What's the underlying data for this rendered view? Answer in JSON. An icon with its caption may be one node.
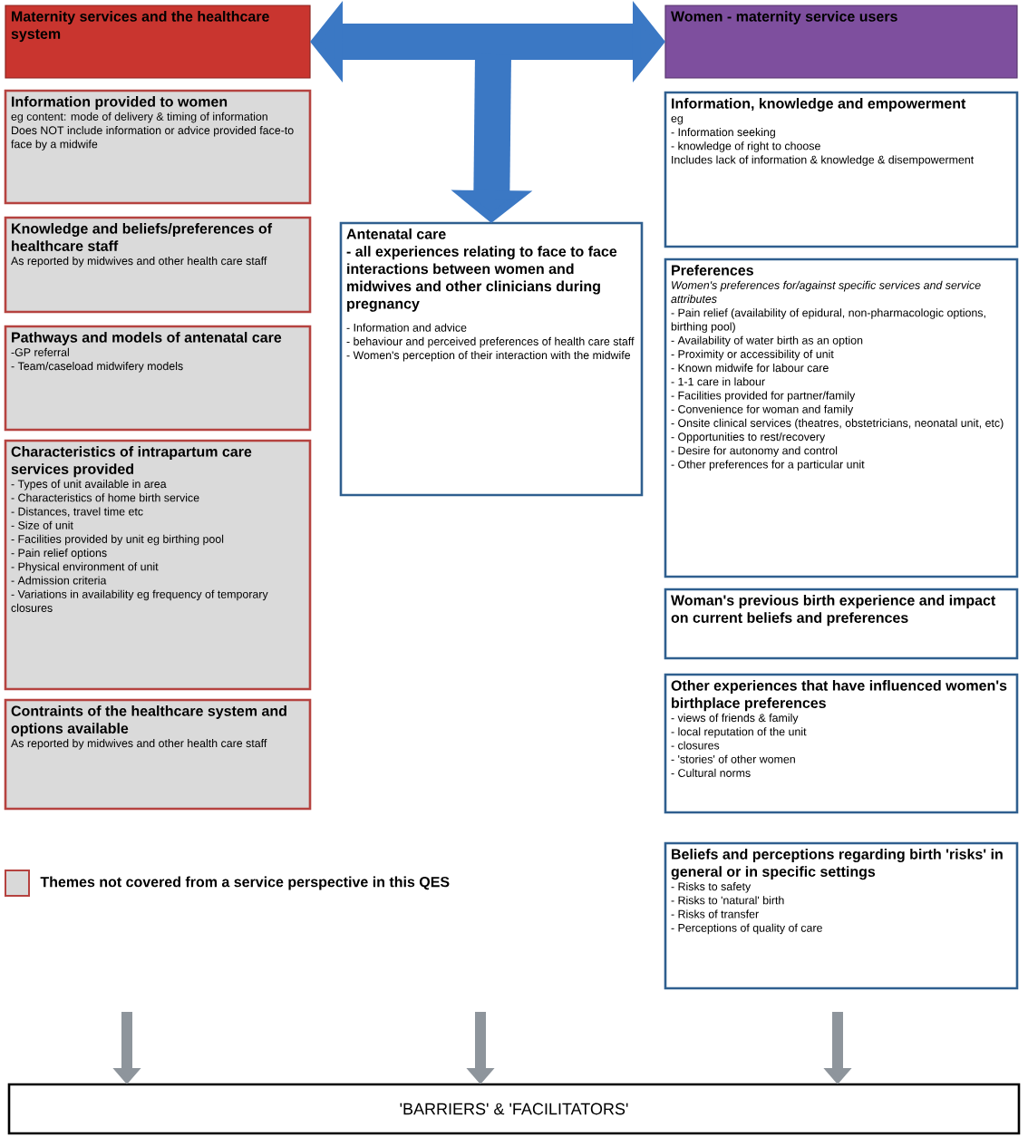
{
  "diagram": {
    "nodes": [
      {
        "text": [
          "Maternity services and the healthcare system"
        ]
      },
      {
        "text": [
          "Information provided to women",
          "eg content: mode of delivery & timing of information",
          "Does NOT include information or advice provided face-to face by a midwife"
        ]
      },
      {
        "text": [
          "Knowledge and beliefs/preferences of healthcare staff",
          "As reported by midwives and other health care staff"
        ]
      },
      {
        "text": [
          "Pathways and models of antenatal care",
          "-GP referral",
          "- Team/caseload midwifery models"
        ]
      },
      {
        "text": [
          "Characteristics of intrapartum care services provided",
          "- Types of unit available in area",
          "- Characteristics of home birth service",
          "- Distances, travel time etc",
          "- Size of unit",
          "- Facilities provided by unit eg birthing pool",
          "- Pain relief options",
          "- Physical environment of unit",
          "- Admission criteria",
          "- Variations in availability eg frequency of temporary closures"
        ]
      },
      {
        "text": [
          "Contraints of the healthcare system and options available",
          "As reported by midwives and other health care staff"
        ]
      },
      {
        "text": [
          "Antenatal care",
          "- all experiences relating to face to face interactions between women and midwives and other clinicians during pregnancy",
          "- Information and advice",
          "- behaviour and perceived preferences of health care staff",
          "- Women's perception of their interaction with the midwife"
        ]
      },
      {
        "text": [
          "Women - maternity service users"
        ]
      },
      {
        "text": [
          "Information, knowledge and empowerment",
          "eg",
          "- Information seeking",
          "- knowledge of right to choose",
          "Includes lack of information & knowledge & disempowerment"
        ]
      },
      {
        "text": [
          "Preferences",
          "*Women's preferences for/against specific services and service attributes*",
          "- Pain relief (availability of epidural, non-pharmacologic options, birthing pool)",
          "- Availability of water birth as an option",
          "- Proximity or accessibility of unit",
          "- Known midwife for labour care",
          "- 1-1 care in labour",
          "- Facilities provided for partner/family",
          "- Convenience for woman and family",
          "- Onsite clinical services (theatres, obstetricians, neonatal unit, etc)",
          "- Opportunities to rest/recovery",
          "- Desire for autonomy and control",
          "- Other preferences for a particular unit"
        ]
      },
      {
        "text": [
          "Woman's previous birth experience and impact on current beliefs and preferences"
        ]
      },
      {
        "text": [
          "Other experiences that have influenced women's birthplace preferences",
          "- views of friends & family",
          "- local reputation of the unit",
          "- closures",
          "- 'stories' of other women",
          "- Cultural norms"
        ]
      },
      {
        "text": [
          "Beliefs and perceptions regarding birth 'risks' in general or in specific settings",
          "- Risks to safety",
          "- Risks to 'natural' birth",
          "- Risks of transfer",
          "- Perceptions of quality of care"
        ]
      },
      {
        "text": [
          "'BARRIERS' & 'FACILITATORS'"
        ]
      }
    ],
    "edges": [
      {
        "from": 0,
        "to": 7,
        "arrow": "both",
        "style": "thick",
        "color": "#3b78c4"
      },
      {
        "from": null,
        "to": 6,
        "arrow": "to",
        "style": "thick",
        "color": "#3b78c4"
      },
      {
        "from": null,
        "to": 13,
        "arrow": "to"
      },
      {
        "from": null,
        "to": 13,
        "arrow": "to"
      },
      {
        "from": null,
        "to": 13,
        "arrow": "to"
      }
    ],
    "legend": [
      {
        "text": "Themes not covered from a service perspective in this QES",
        "color": "#d9d9d9"
      }
    ]
  }
}
